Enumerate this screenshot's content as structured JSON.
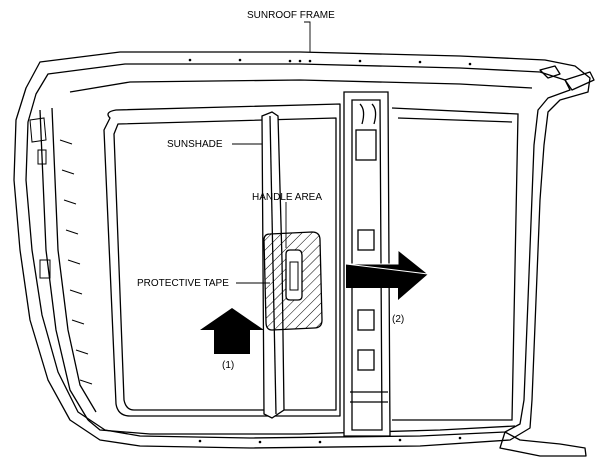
{
  "labels": {
    "sunroof_frame": "SUNROOF FRAME",
    "sunshade": "SUNSHADE",
    "handle_area": "HANDLE AREA",
    "protective_tape": "PROTECTIVE TAPE",
    "step_1": "(1)",
    "step_2": "(2)"
  },
  "colors": {
    "line": "#000000",
    "fill": "#ffffff",
    "arrow": "#000000"
  }
}
